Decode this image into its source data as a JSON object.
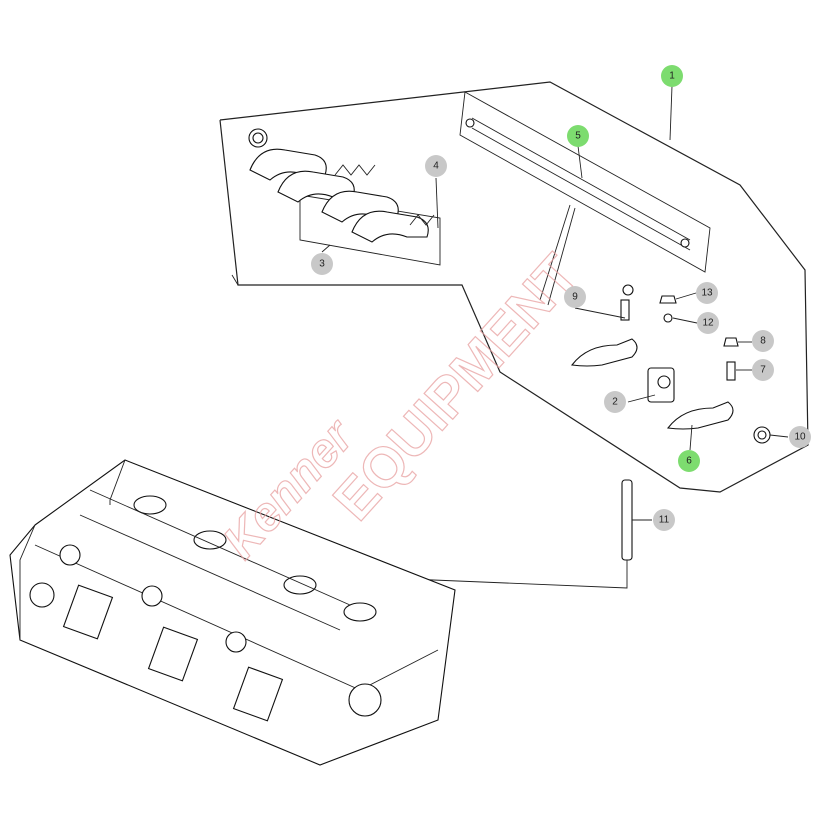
{
  "diagram": {
    "callouts": [
      {
        "id": "1",
        "label": "1",
        "highlight": true
      },
      {
        "id": "2",
        "label": "2",
        "highlight": false
      },
      {
        "id": "3",
        "label": "3",
        "highlight": false
      },
      {
        "id": "4",
        "label": "4",
        "highlight": false
      },
      {
        "id": "5",
        "label": "5",
        "highlight": true
      },
      {
        "id": "6",
        "label": "6",
        "highlight": true
      },
      {
        "id": "7",
        "label": "7",
        "highlight": false
      },
      {
        "id": "8",
        "label": "8",
        "highlight": false
      },
      {
        "id": "9",
        "label": "9",
        "highlight": false
      },
      {
        "id": "10",
        "label": "10",
        "highlight": false
      },
      {
        "id": "11",
        "label": "11",
        "highlight": false
      },
      {
        "id": "12",
        "label": "12",
        "highlight": false
      },
      {
        "id": "13",
        "label": "13",
        "highlight": false
      }
    ],
    "colors": {
      "highlight_fill": "#7ddc6f",
      "normal_fill": "#c8c8c8",
      "watermark": "#e8a0a0"
    }
  },
  "watermark": {
    "line1": "EQUIPMENT",
    "line2": "Kenner"
  }
}
